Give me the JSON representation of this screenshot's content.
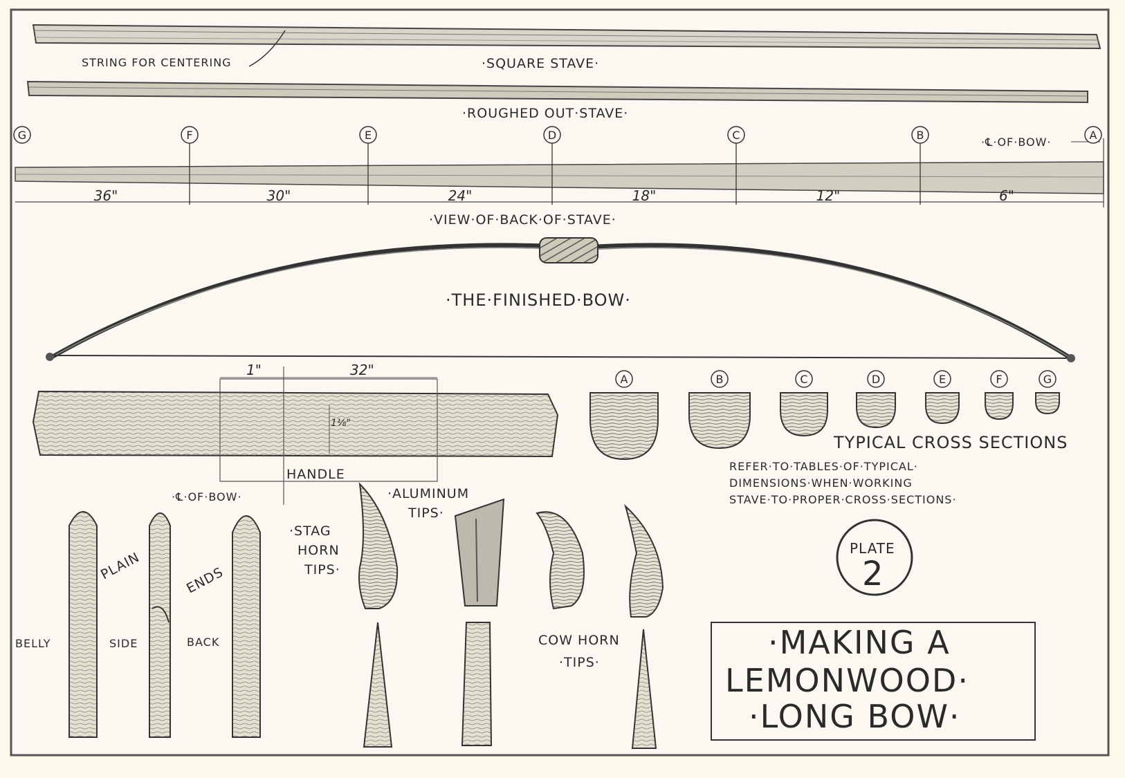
{
  "labels": {
    "string_for_centering": "STRING FOR CENTERING",
    "square_stave": "·SQUARE STAVE·",
    "roughed_out_stave": "·ROUGHED OUT·STAVE·",
    "center_of_bow": "·℄·OF·BOW·",
    "view_of_back": "·VIEW·OF·BACK·OF·STAVE·",
    "finished_bow": "·THE·FINISHED·BOW·",
    "handle": "HANDLE",
    "handle_center": "·℄·OF·BOW·",
    "typical_cross_sections": "TYPICAL CROSS SECTIONS",
    "refer_note_1": "REFER·TO·TABLES·OF·TYPICAL·",
    "refer_note_2": "DIMENSIONS·WHEN·WORKING",
    "refer_note_3": "STAVE·TO·PROPER·CROSS·SECTIONS·",
    "aluminum_tips_1": "·ALUMINUM",
    "aluminum_tips_2": "TIPS·",
    "stag_horn_1": "·STAG",
    "stag_horn_2": "HORN",
    "stag_horn_3": "TIPS·",
    "cow_horn_1": "COW HORN",
    "cow_horn_2": "·TIPS·",
    "plain": "PLAIN",
    "ends": "ENDS",
    "belly": "BELLY",
    "side": "SIDE",
    "back": "BACK",
    "plate_word": "PLATE",
    "plate_number": "2"
  },
  "stations": [
    "G",
    "F",
    "E",
    "D",
    "C",
    "B",
    "A"
  ],
  "segment_lengths": [
    "36\"",
    "30\"",
    "24\"",
    "18\"",
    "12\"",
    "6\""
  ],
  "handle_dims": {
    "offset": "1\"",
    "length": "32\"",
    "width": "1⅛\""
  },
  "cross_sections": [
    "A",
    "B",
    "C",
    "D",
    "E",
    "F",
    "G"
  ],
  "title": {
    "line1": "·MAKING A",
    "line2": "LEMONWOOD·",
    "line3": "·LONG BOW·"
  },
  "colors": {
    "paper": "#fcf9ea",
    "ink": "#333333",
    "wood_fill": "#d6d2c4"
  }
}
